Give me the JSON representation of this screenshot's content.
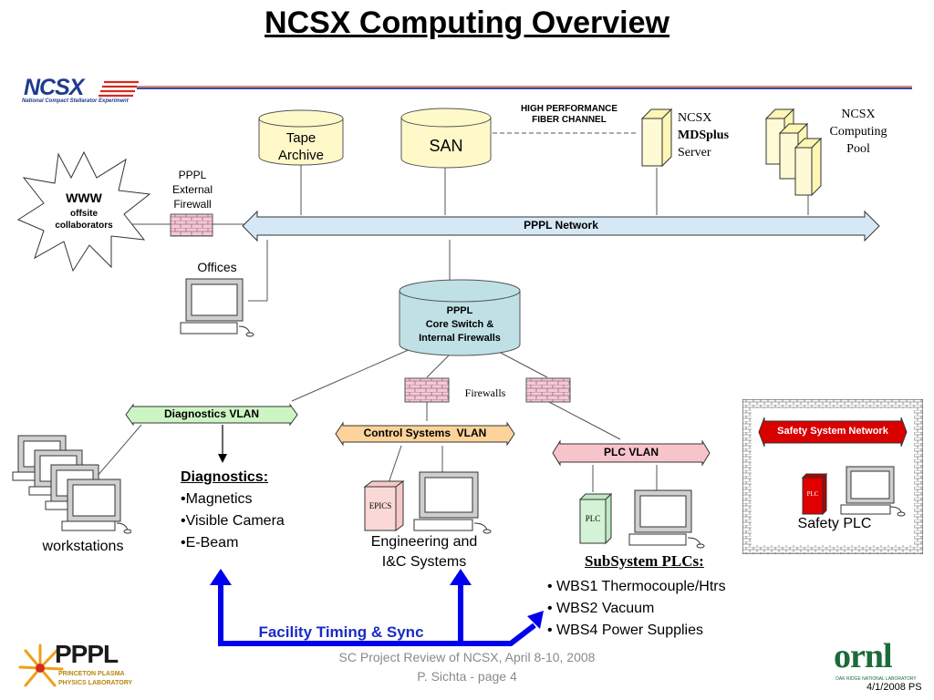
{
  "title": "NCSX Computing Overview",
  "ncsx_logo": {
    "text": "NCSX",
    "subtitle": "National Compact Stellarator Experiment"
  },
  "storage": {
    "tape_archive": "Tape\nArchive",
    "san": "SAN",
    "fiber_channel": "HIGH PERFORMANCE\nFIBER CHANNEL"
  },
  "servers": {
    "mdsplus_line1": "NCSX",
    "mdsplus_line2": "MDSplus",
    "mdsplus_line3": "Server",
    "pool": "NCSX\nComputing\nPool"
  },
  "external": {
    "www": "WWW",
    "offsite": "offsite\ncollaborators",
    "firewall_label": "PPPL\nExternal\nFirewall"
  },
  "network": {
    "pppl_network": "PPPL Network",
    "core_switch": "PPPL\nCore Switch &\nInternal Firewalls",
    "firewalls": "Firewalls",
    "offices": "Offices"
  },
  "vlans": {
    "diagnostics": "Diagnostics VLAN",
    "control": "Control Systems  VLAN",
    "plc": "PLC VLAN",
    "safety": "Safety System Network"
  },
  "endpoints": {
    "workstations": "workstations",
    "epics": "EPICS",
    "plc": "PLC",
    "safety_plc_box": "PLC",
    "engineering": "Engineering and\nI&C Systems",
    "safety_plc": "Safety PLC"
  },
  "diagnostics_list": {
    "heading": "Diagnostics:",
    "items": [
      "•Magnetics",
      "•Visible Camera",
      "•E-Beam"
    ]
  },
  "subsystem_plcs": {
    "heading": "SubSystem PLCs:",
    "items": [
      "• WBS1 Thermocouple/Htrs",
      "• WBS2 Vacuum",
      "• WBS4 Power Supplies"
    ]
  },
  "timing": "Facility Timing & Sync",
  "footer": {
    "line1": "SC Project Review of NCSX, April 8-10, 2008",
    "line2": "P. Sichta - page 4",
    "date": "4/1/2008 PS"
  },
  "pppl_logo": {
    "text": "PPPL",
    "sub1": "PRINCETON PLASMA",
    "sub2": "PHYSICS LABORATORY"
  },
  "ornl_logo": {
    "text": "ornl",
    "sub": "OAK RIDGE NATIONAL LABORATORY"
  },
  "colors": {
    "network_fill": "#d6e8f5",
    "diagnostics_fill": "#cdf5c4",
    "control_fill": "#fcd39a",
    "plc_fill": "#f8c4cc",
    "safety_fill": "#d90000",
    "timing_blue": "#0000ee",
    "cylinder_fill": "#fff9c9",
    "core_fill": "#bfe1e6"
  }
}
